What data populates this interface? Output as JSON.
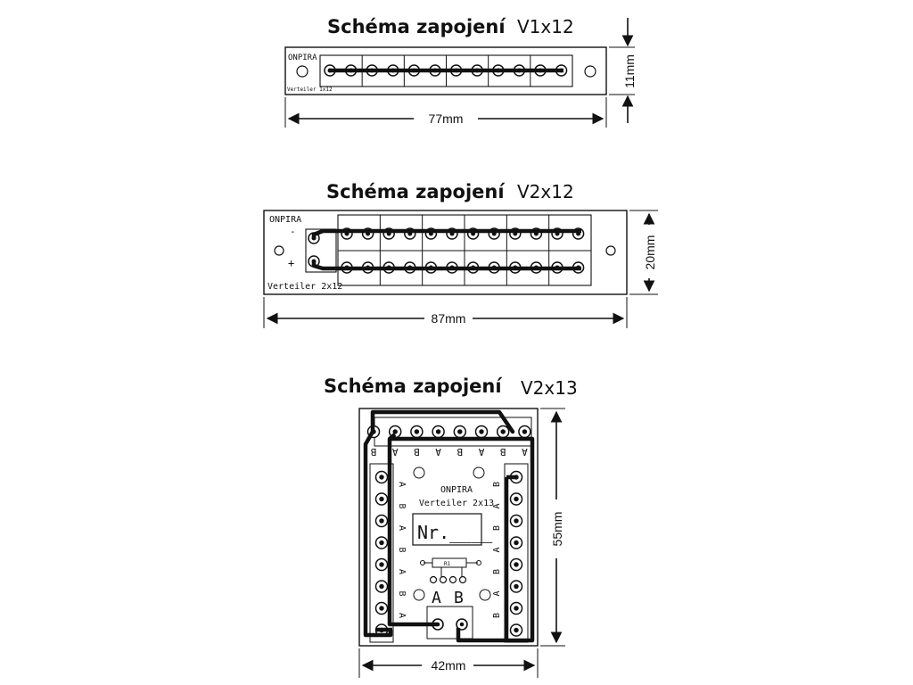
{
  "diagrams": [
    {
      "id": "v1x12",
      "title_bold": "Schéma zapojení",
      "title_model": "V1x12",
      "brand": "ONPIRA",
      "board_label": "Verteiler 1x12",
      "width_dim": "77mm",
      "height_dim": "11mm"
    },
    {
      "id": "v2x12",
      "title_bold": "Schéma zapojení",
      "title_model": "V2x12",
      "brand": "ONPIRA",
      "board_label": "Verteiler 2x12",
      "minus_sign": "-",
      "plus_sign": "+",
      "width_dim": "87mm",
      "height_dim": "20mm"
    },
    {
      "id": "v2x13",
      "title_bold": "Schéma zapojení",
      "title_model": "V2x13",
      "brand": "ONPIRA",
      "board_label": "Verteiler 2x13",
      "nr_label": "Nr.____",
      "resistor_label": "R1",
      "terminal_a": "A",
      "terminal_b": "B",
      "width_dim": "42mm",
      "height_dim": "55mm"
    }
  ]
}
